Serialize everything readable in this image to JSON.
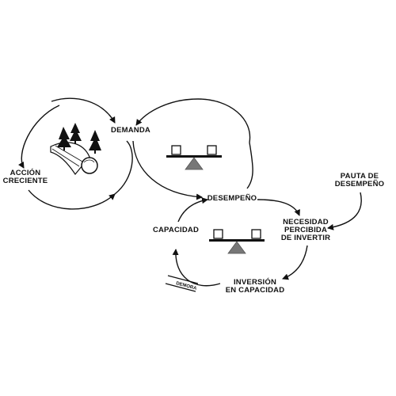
{
  "diagram": {
    "labels": {
      "accion_creciente": "ACCIÓN\nCRECIENTE",
      "demanda": "DEMANDA",
      "desempeno": "DESEMPEÑO",
      "capacidad": "CAPACIDAD",
      "necesidad": "NECESIDAD\nPERCIBIDA\nDE INVERTIR",
      "pauta": "PAUTA DE\nDESEMPEÑO",
      "inversion": "INVERSIÓN\nEN CAPACIDAD",
      "demora": "DEMORA"
    },
    "icons": [
      "snowball-icon",
      "balance-scale-icon",
      "balance-scale-icon"
    ],
    "colors": {
      "ink": "#111111",
      "fulcrum": "#777777",
      "background": "#ffffff"
    }
  }
}
